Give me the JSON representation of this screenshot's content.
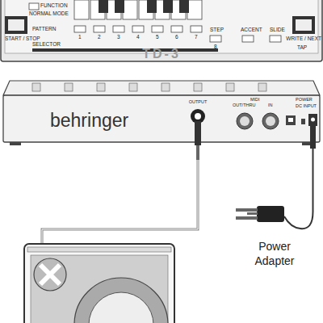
{
  "diagram": {
    "nodes": [
      {
        "text": [
          "TD-3"
        ]
      },
      {
        "text": [
          "behringer"
        ]
      }
    ],
    "labels": [
      "FUNCTION",
      "NORMAL MODE",
      "START / STOP",
      "PATTERN",
      "SELECTOR",
      "1",
      "2",
      "3",
      "4",
      "5",
      "6",
      "7",
      "8",
      "STEP",
      "ACCENT",
      "SLIDE",
      "WRITE / NEXT",
      "TAP",
      "OUTPUT",
      "MIDI",
      "OUT/THRU",
      "IN",
      "POWER",
      "DC INPUT",
      "Power Adapter"
    ]
  }
}
